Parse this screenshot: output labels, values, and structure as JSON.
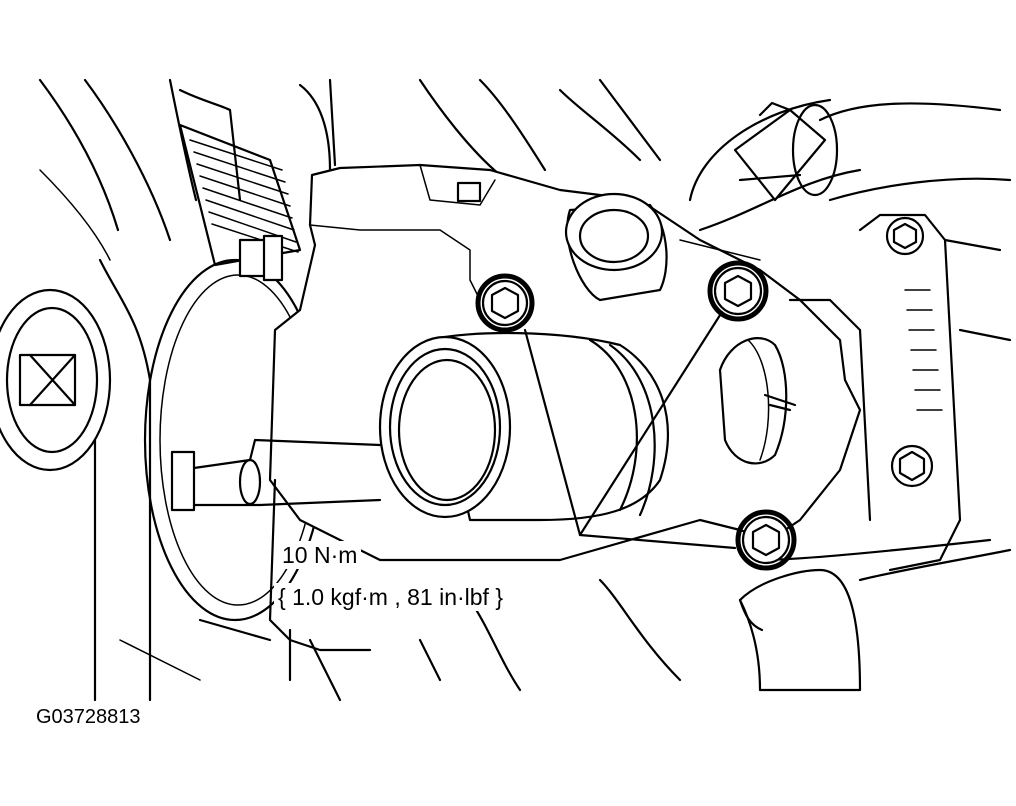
{
  "callout": {
    "torque_value": "10 N·m",
    "torque_alt": "{ 1.0 kgf·m , 81 in·lbf }"
  },
  "figure_id": "G03728813",
  "colors": {
    "line": "#000000",
    "background": "#ffffff"
  }
}
